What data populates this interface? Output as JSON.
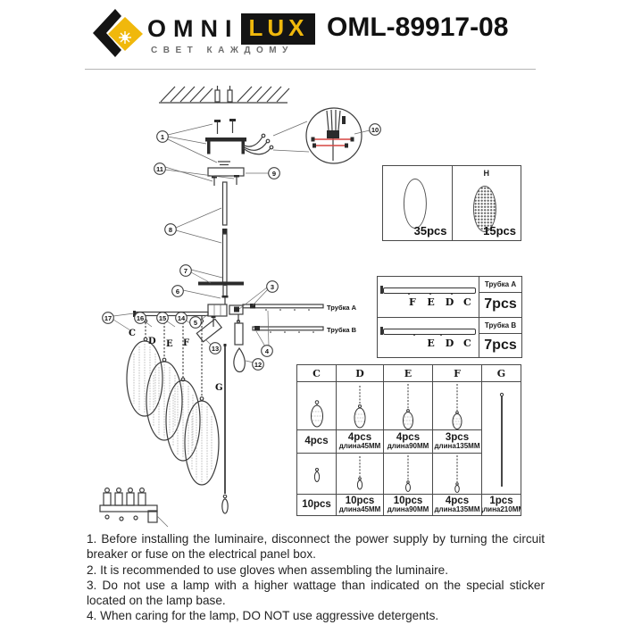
{
  "header": {
    "brand_omni": "OMNI",
    "brand_lux": "LUX",
    "tagline": "СВЕТ КАЖДОМУ",
    "model": "OML-89917-08"
  },
  "diagram": {
    "tube_a_label": "Трубка A",
    "tube_b_label": "Трубка B",
    "pendants": {
      "C": "C",
      "D": "D",
      "E": "E",
      "F": "F",
      "G": "G"
    },
    "callouts": {
      "c1": "1",
      "c3": "3",
      "c4": "4",
      "c5": "5",
      "c6": "6",
      "c7": "7",
      "c8": "8",
      "c9": "9",
      "c10": "10",
      "c11": "11",
      "c12": "12",
      "c13": "13",
      "c14": "14",
      "c15": "15",
      "c16": "16",
      "c17": "17"
    }
  },
  "panels": {
    "beads": {
      "plain_count": "35pcs",
      "textured_label": "H",
      "textured_count": "15pcs"
    },
    "tubes": [
      {
        "name": "Трубка A",
        "count": "7pcs",
        "letters": [
          "F",
          "E",
          "D",
          "C"
        ]
      },
      {
        "name": "Трубка B",
        "count": "7pcs",
        "letters": [
          "E",
          "D",
          "C"
        ]
      }
    ],
    "parts_table": {
      "columns": [
        "C",
        "D",
        "E",
        "F",
        "G"
      ],
      "row1_counts": [
        "4pcs",
        "4pcs",
        "4pcs",
        "3pcs"
      ],
      "row1_lens": [
        "",
        "длина45MM",
        "длина90MM",
        "длина135MM"
      ],
      "row2_counts": [
        "10pcs",
        "10pcs",
        "10pcs",
        "4pcs",
        "1pcs"
      ],
      "row2_lens": [
        "",
        "длина45MM",
        "длина90MM",
        "длина135MM",
        "длина210MM"
      ]
    }
  },
  "instructions": [
    "1. Before installing the luminaire, disconnect the power supply by turning the circuit breaker or fuse on the electrical panel box.",
    "2. It is recommended to use gloves when assembling the luminaire.",
    "3. Do not use a lamp with a higher wattage than indicated on the special sticker located on the lamp base.",
    "4. When caring for the lamp, DO NOT use aggressive detergents."
  ],
  "colors": {
    "brand_yellow": "#f0b80c",
    "wire_red": "#d64541",
    "ink": "#1a1a1a"
  }
}
